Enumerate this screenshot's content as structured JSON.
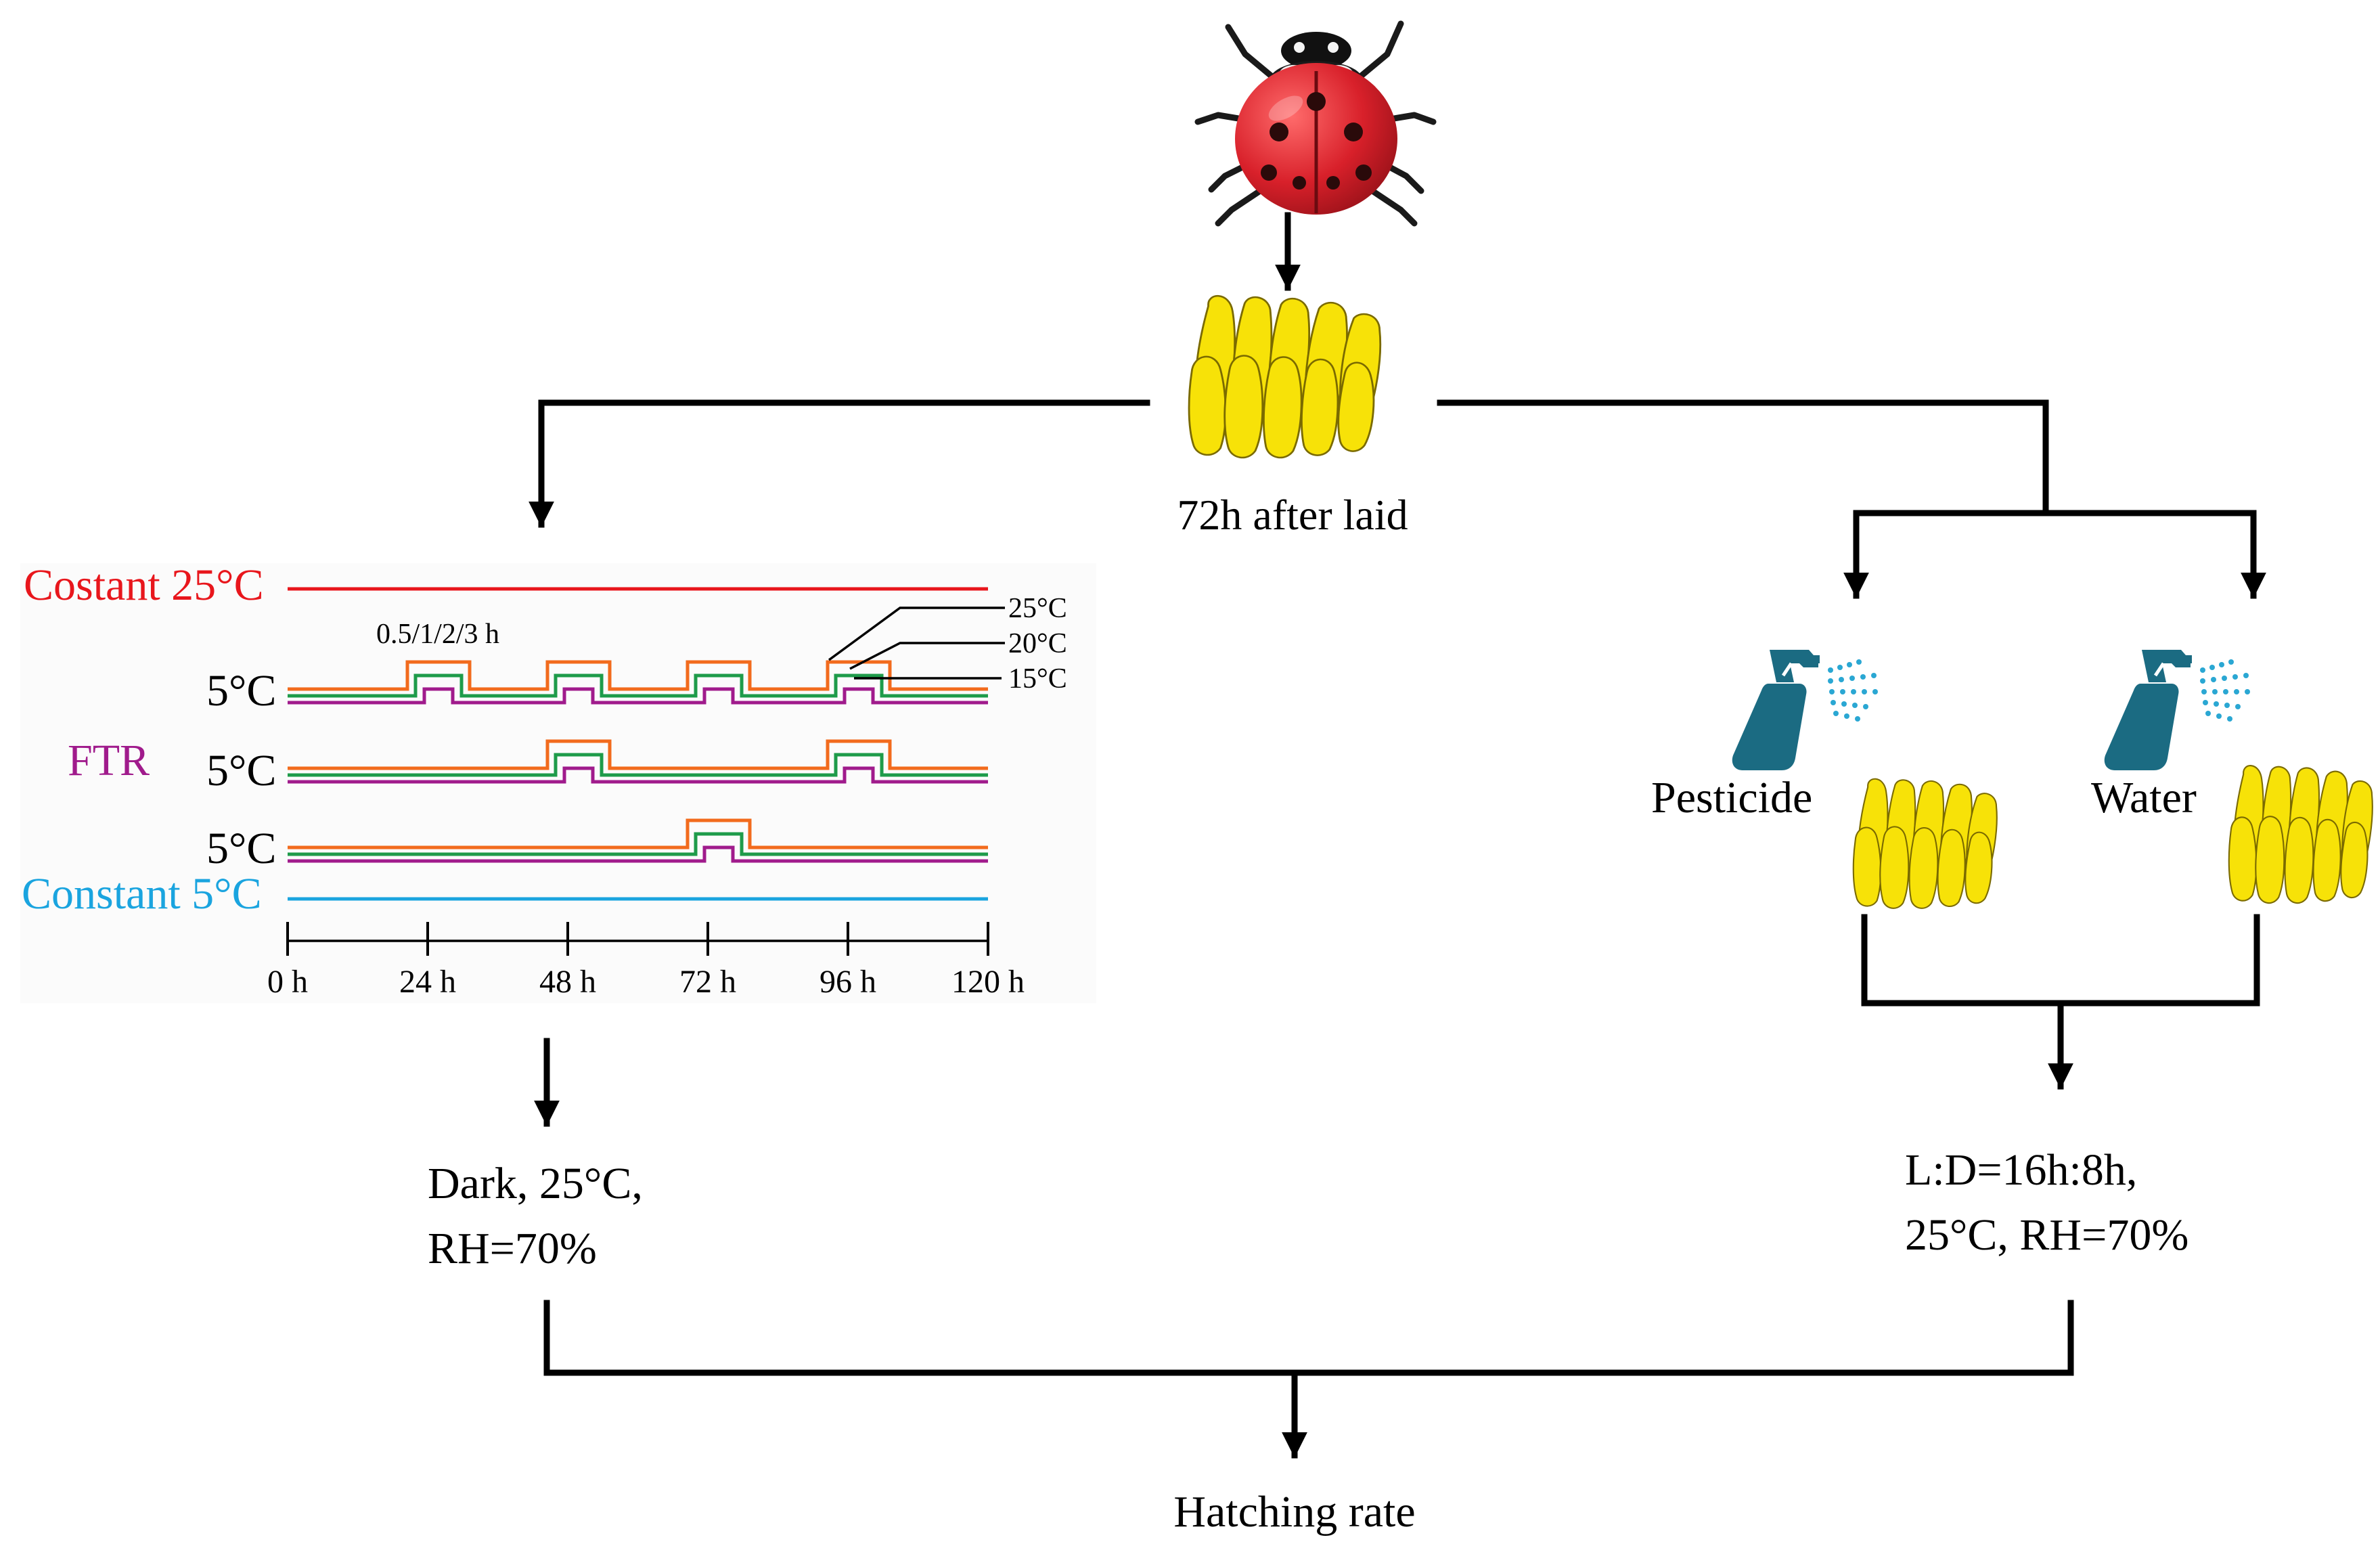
{
  "colors": {
    "constant_25": "#e8161c",
    "ftr": "#a01b8c",
    "constant_5": "#1aa4df",
    "trace_25": "#f26b1d",
    "trace_20": "#1e9b4a",
    "trace_15": "#a01b8c",
    "egg_fill": "#f7e208",
    "egg_stroke": "#7a6a00",
    "sprayer": "#1b6b82",
    "spray_mist": "#2aa7d3",
    "ladybug_body": "#d8202a"
  },
  "icons": {
    "ladybug": "ladybug-icon",
    "egg_cluster": "egg-cluster-icon",
    "spray_bottle": "spray-bottle-icon"
  },
  "top": {
    "egg_caption": "72h after laid"
  },
  "thermal": {
    "label_constant_25": "Costant 25°C",
    "label_ftr": "FTR",
    "label_constant_5": "Constant 5°C",
    "row_base_label": "5°C",
    "duration_label": "0.5/1/2/3 h",
    "peak_labels": [
      "25°C",
      "20°C",
      "15°C"
    ],
    "axis_ticks": [
      "0 h",
      "24 h",
      "48 h",
      "72 h",
      "96 h",
      "120 h"
    ],
    "pulse_schedule": [
      [
        "24 h",
        "48 h",
        "72 h",
        "96 h"
      ],
      [
        "48 h",
        "96 h"
      ],
      [
        "72 h"
      ]
    ]
  },
  "left_branch": {
    "condition_line1": "Dark, 25°C,",
    "condition_line2": "RH=70%"
  },
  "right_branch": {
    "treatment_1": "Pesticide",
    "treatment_2": "Water",
    "condition_line1": "L:D=16h:8h,",
    "condition_line2": "25°C, RH=70%"
  },
  "result": {
    "label": "Hatching rate"
  }
}
